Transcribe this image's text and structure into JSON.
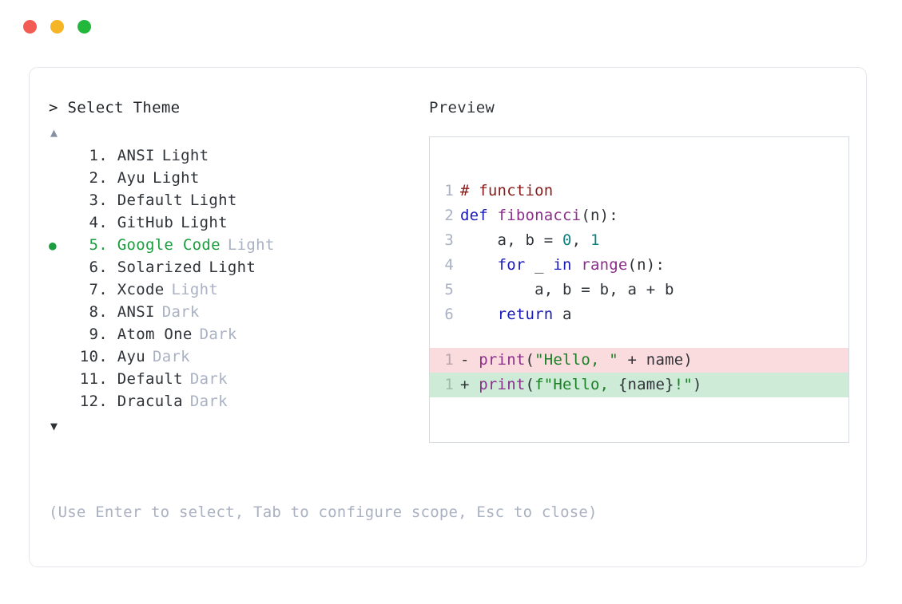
{
  "window": {
    "traffic_lights": [
      {
        "name": "close",
        "color": "#F25C54",
        "glyph": ""
      },
      {
        "name": "minimize",
        "color": "#F5B525",
        "glyph": ""
      },
      {
        "name": "maximize",
        "color": "#22B83C",
        "glyph": ""
      }
    ]
  },
  "selector": {
    "prompt": "> Select Theme",
    "scroll_up_glyph": "▲",
    "scroll_down_glyph": "▼",
    "bullet_glyph": "●",
    "selected_index": 5,
    "accent_color": "#1B9E3E",
    "items": [
      {
        "number": "1.",
        "name": "ANSI",
        "suffix": "Light",
        "suffix_muted": false,
        "selected": false
      },
      {
        "number": "2.",
        "name": "Ayu",
        "suffix": "Light",
        "suffix_muted": false,
        "selected": false
      },
      {
        "number": "3.",
        "name": "Default",
        "suffix": "Light",
        "suffix_muted": false,
        "selected": false
      },
      {
        "number": "4.",
        "name": "GitHub",
        "suffix": "Light",
        "suffix_muted": false,
        "selected": false
      },
      {
        "number": "5.",
        "name": "Google Code",
        "suffix": "Light",
        "suffix_muted": true,
        "selected": true
      },
      {
        "number": "6.",
        "name": "Solarized",
        "suffix": "Light",
        "suffix_muted": false,
        "selected": false
      },
      {
        "number": "7.",
        "name": "Xcode",
        "suffix": "Light",
        "suffix_muted": true,
        "selected": false
      },
      {
        "number": "8.",
        "name": "ANSI",
        "suffix": "Dark",
        "suffix_muted": true,
        "selected": false
      },
      {
        "number": "9.",
        "name": "Atom One",
        "suffix": "Dark",
        "suffix_muted": true,
        "selected": false
      },
      {
        "number": "10.",
        "name": "Ayu",
        "suffix": "Dark",
        "suffix_muted": true,
        "selected": false
      },
      {
        "number": "11.",
        "name": "Default",
        "suffix": "Dark",
        "suffix_muted": true,
        "selected": false
      },
      {
        "number": "12.",
        "name": "Dracula",
        "suffix": "Dark",
        "suffix_muted": true,
        "selected": false
      }
    ],
    "hint": "(Use Enter to select, Tab to configure scope, Esc to close)"
  },
  "preview": {
    "label": "Preview",
    "code_lines": [
      {
        "number": "1",
        "tokens": [
          {
            "t": "# function",
            "c": "comment"
          }
        ]
      },
      {
        "number": "2",
        "tokens": [
          {
            "t": "def ",
            "c": "kw"
          },
          {
            "t": "fibonacci",
            "c": "fn"
          },
          {
            "t": "(n):",
            "c": "plain"
          }
        ]
      },
      {
        "number": "3",
        "tokens": [
          {
            "t": "    a, b = ",
            "c": "plain"
          },
          {
            "t": "0",
            "c": "num"
          },
          {
            "t": ", ",
            "c": "plain"
          },
          {
            "t": "1",
            "c": "num"
          }
        ]
      },
      {
        "number": "4",
        "tokens": [
          {
            "t": "    ",
            "c": "plain"
          },
          {
            "t": "for",
            "c": "kw"
          },
          {
            "t": " _ ",
            "c": "plain"
          },
          {
            "t": "in",
            "c": "kw"
          },
          {
            "t": " ",
            "c": "plain"
          },
          {
            "t": "range",
            "c": "fn"
          },
          {
            "t": "(n):",
            "c": "plain"
          }
        ]
      },
      {
        "number": "5",
        "tokens": [
          {
            "t": "        a, b = b, a + b",
            "c": "plain"
          }
        ]
      },
      {
        "number": "6",
        "tokens": [
          {
            "t": "    ",
            "c": "plain"
          },
          {
            "t": "return",
            "c": "kw"
          },
          {
            "t": " a",
            "c": "plain"
          }
        ]
      }
    ],
    "diff_lines": [
      {
        "number": "1",
        "marker": "-",
        "kind": "removed",
        "bg": "#FADCDF",
        "tokens": [
          {
            "t": "print",
            "c": "fn"
          },
          {
            "t": "(",
            "c": "plain"
          },
          {
            "t": "\"Hello, \"",
            "c": "str"
          },
          {
            "t": " + name)",
            "c": "plain"
          }
        ]
      },
      {
        "number": "1",
        "marker": "+",
        "kind": "added",
        "bg": "#CDEBD7",
        "tokens": [
          {
            "t": "print",
            "c": "fn"
          },
          {
            "t": "(",
            "c": "plain"
          },
          {
            "t": "f\"Hello, ",
            "c": "str"
          },
          {
            "t": "{name}",
            "c": "plain"
          },
          {
            "t": "!\"",
            "c": "str"
          },
          {
            "t": ")",
            "c": "plain"
          }
        ]
      }
    ]
  }
}
